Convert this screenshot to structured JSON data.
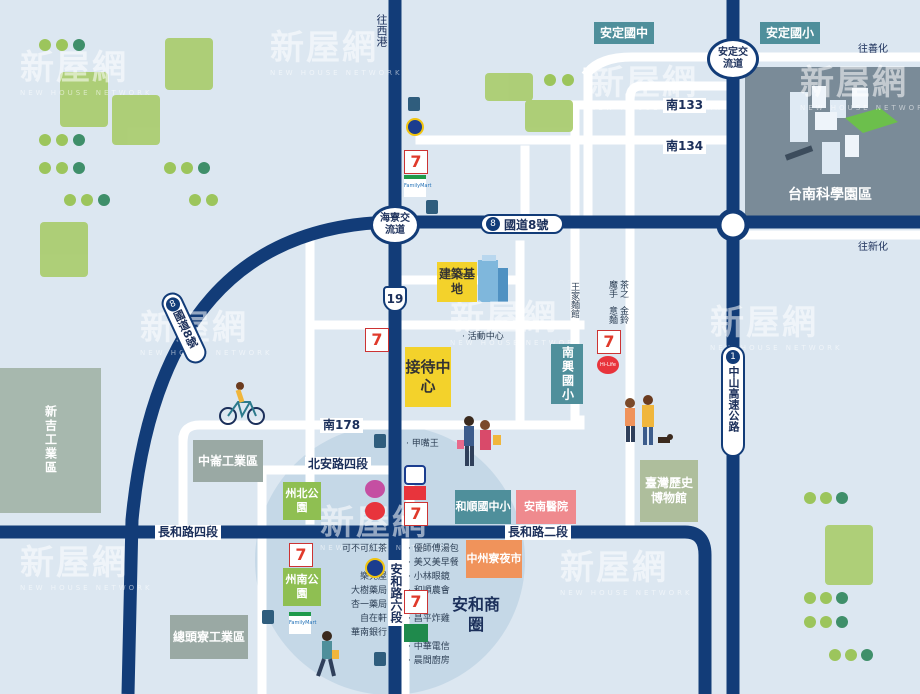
{
  "roads": {
    "north_to": "往西港",
    "east_shanhua": "往善化",
    "east_xinhua": "往新化",
    "nan133": "南133",
    "nan134": "南134",
    "national8_east": "國道8號",
    "national8_west": "國道8號",
    "prov19": "19",
    "zhongshan": "中山高速公路",
    "nan178": "南178",
    "beian4": "北安路四段",
    "changhe4": "長和路四段",
    "changhe2": "長和路二段",
    "anhe6": "安和路六段"
  },
  "interchanges": {
    "haiku": "海寮交流道",
    "anding": "安定交流道"
  },
  "landmarks": {
    "anding_elem": "安定國中",
    "anding_primary": "安定國小",
    "science_park": "台南科學園區",
    "site": "建築基地",
    "reception": "接待中心",
    "nanxing": "南興國小",
    "xinji": "新吉工業區",
    "zhongzhou": "中崙工業區",
    "zhoubei": "州北公園",
    "zhounan": "州南公園",
    "zongtou": "總頭寮工業區",
    "heshun": "和順國中小",
    "annan": "安南醫院",
    "night_market": "中州寮夜市",
    "museum": "臺灣歷史博物館",
    "anhe_circle": "安和商圈"
  },
  "pois": {
    "activity_center": "活動中心",
    "jiamei": "甲嘴王",
    "wangjia": "王家麵館",
    "tea": "茶之魔手",
    "jinling": "金鈴意麵",
    "west_list": [
      "可不可紅茶",
      "樂兒屋",
      "大樹藥局",
      "杏一藥局",
      "自在軒",
      "華南銀行"
    ],
    "east_list": [
      "優師傅湯包",
      "美又美早餐",
      "小林眼鏡",
      "和順農會",
      "昌平炸雞",
      "中華電信",
      "晨間廚房"
    ]
  },
  "brands": {
    "familymart": "FamilyMart",
    "seven": "7",
    "hilife": "Hi-Life"
  },
  "watermark": {
    "text": "新屋網",
    "sub": "NEW HOUSE NETWORK"
  },
  "colors": {
    "road_major": "#123c78",
    "road_minor": "#ffffff",
    "background": "#dce7f1"
  }
}
